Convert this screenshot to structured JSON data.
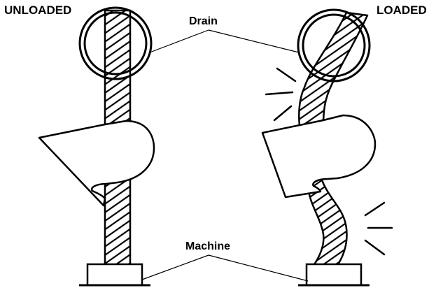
{
  "labels": {
    "unloaded": "UNLOADED",
    "loaded": "LOADED",
    "drain": "Drain",
    "machine": "Machine"
  },
  "colors": {
    "ink": "#000000",
    "background": "#ffffff"
  }
}
